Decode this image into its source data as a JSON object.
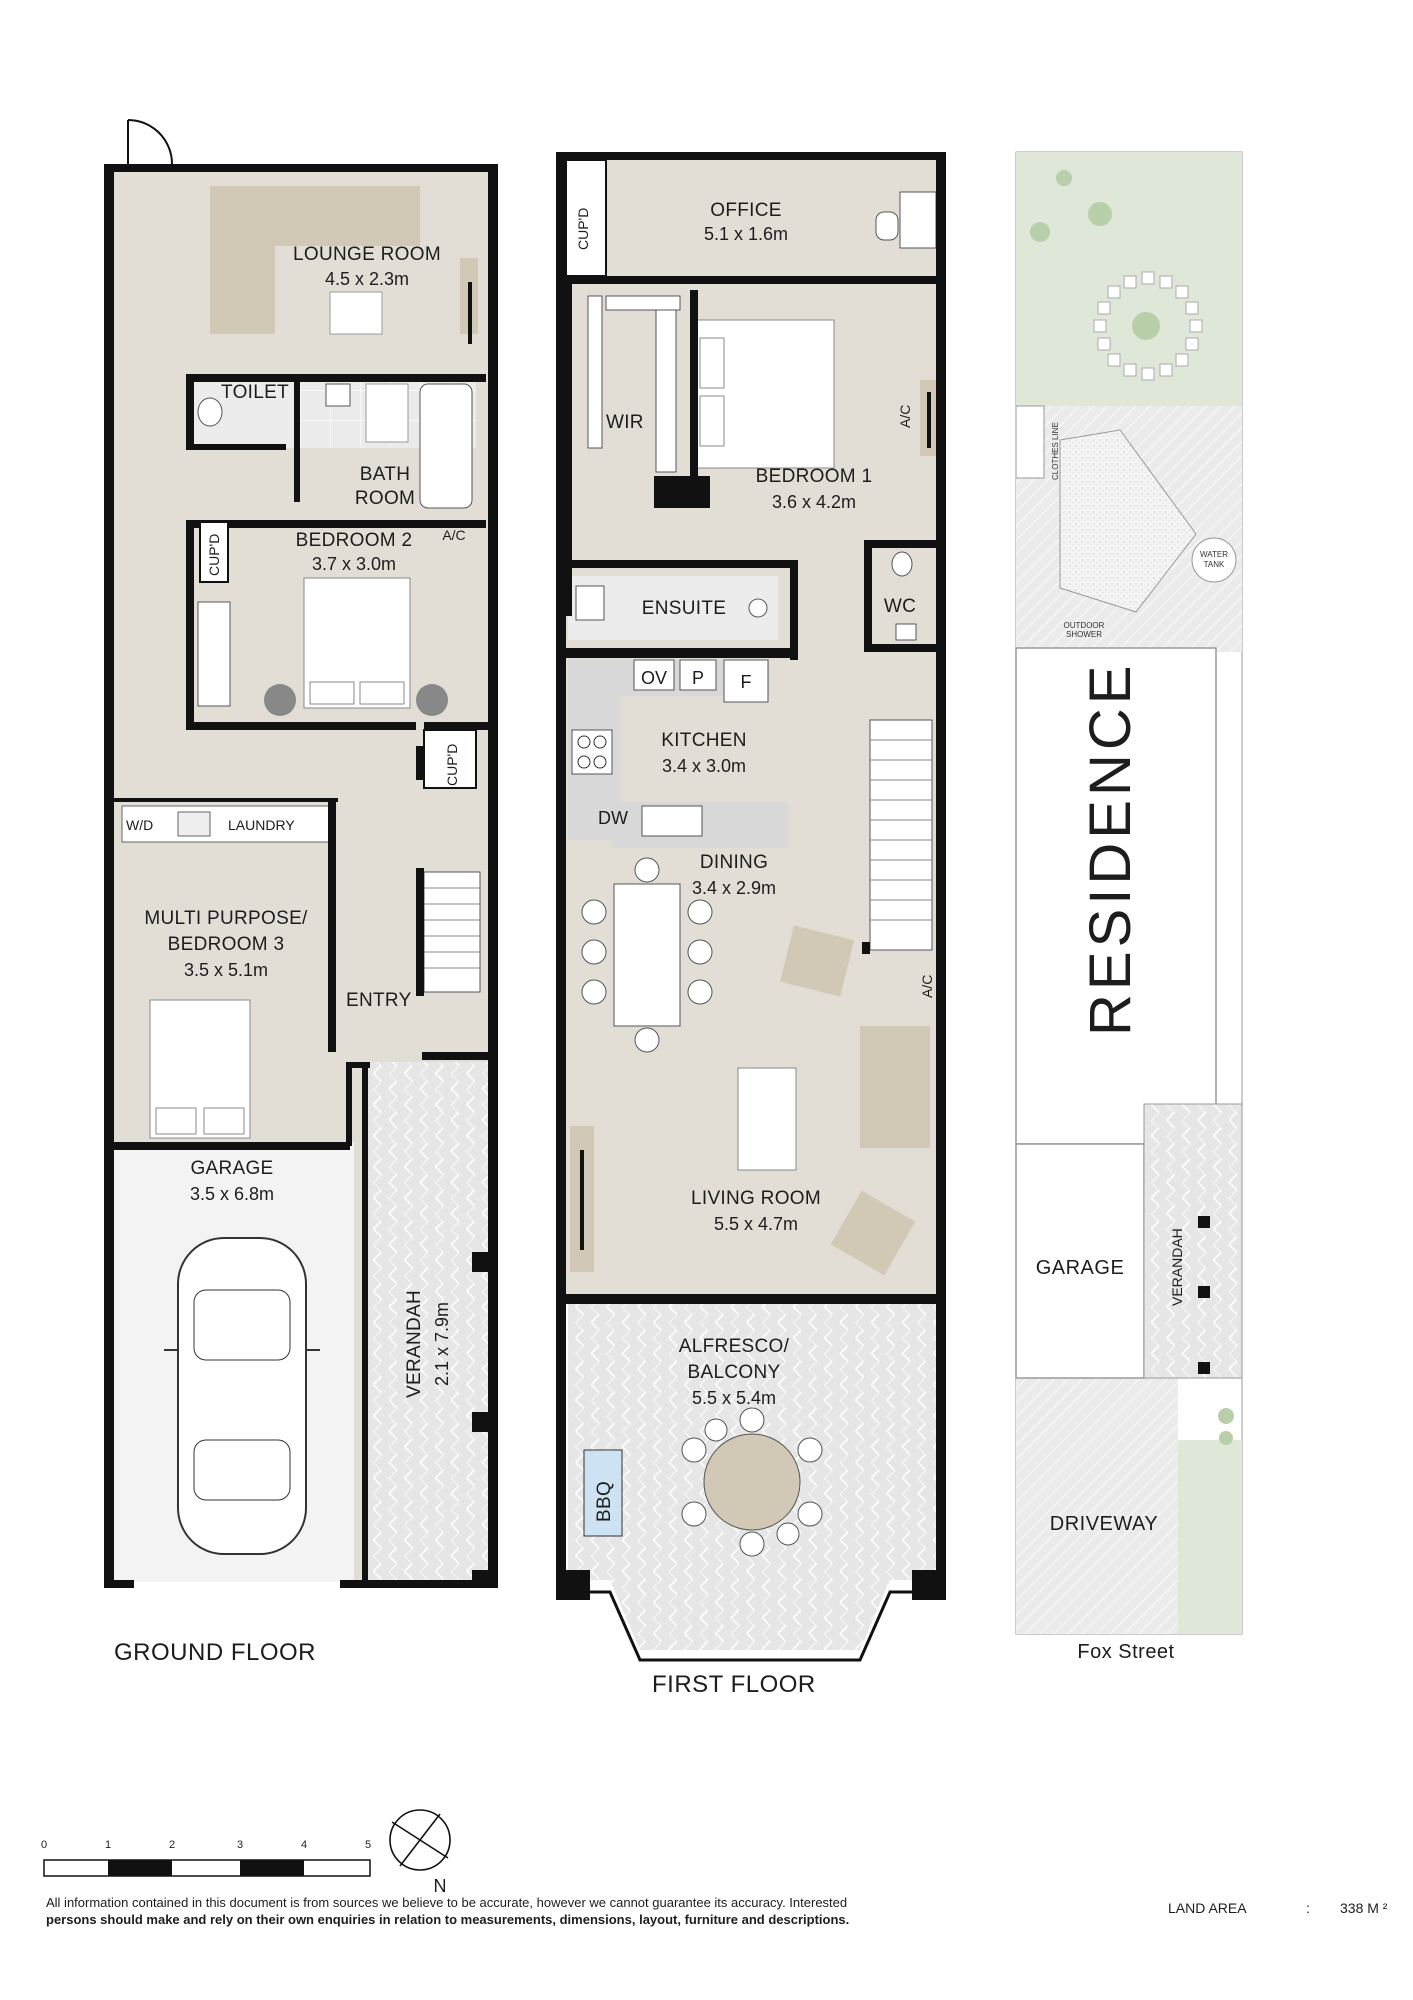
{
  "ground_floor": {
    "title": "GROUND FLOOR",
    "rooms": {
      "lounge": {
        "name": "LOUNGE ROOM",
        "dims": "4.5 x 2.3m"
      },
      "toilet": {
        "name": "TOILET"
      },
      "bath": {
        "name1": "BATH",
        "name2": "ROOM"
      },
      "bedroom2": {
        "name": "BEDROOM 2",
        "dims": "3.7 x 3.0m"
      },
      "laundry": {
        "name": "LAUNDRY",
        "wd": "W/D"
      },
      "multi": {
        "line1": "MULTI PURPOSE/",
        "line2": "BEDROOM 3",
        "dims": "3.5 x 5.1m"
      },
      "entry": {
        "name": "ENTRY"
      },
      "garage": {
        "name": "GARAGE",
        "dims": "3.5 x 6.8m"
      },
      "verandah": {
        "name": "VERANDAH",
        "dims": "2.1 x 7.9m"
      }
    },
    "labels": {
      "ac": "A/C",
      "cupd1": "CUP'D",
      "cupd2": "CUP'D"
    }
  },
  "first_floor": {
    "title": "FIRST FLOOR",
    "rooms": {
      "office": {
        "name": "OFFICE",
        "dims": "5.1 x 1.6m"
      },
      "wir": {
        "name": "WIR"
      },
      "bedroom1": {
        "name": "BEDROOM 1",
        "dims": "3.6 x 4.2m"
      },
      "ensuite": {
        "name": "ENSUITE"
      },
      "wc": {
        "name": "WC"
      },
      "kitchen": {
        "name": "KITCHEN",
        "dims": "3.4 x 3.0m"
      },
      "dining": {
        "name": "DINING",
        "dims": "3.4 x 2.9m"
      },
      "living": {
        "name": "LIVING ROOM",
        "dims": "5.5 x 4.7m"
      },
      "alfresco": {
        "line1": "ALFRESCO/",
        "line2": "BALCONY",
        "dims": "5.5 x 5.4m"
      }
    },
    "labels": {
      "cupd": "CUP'D",
      "ac1": "A/C",
      "ac2": "A/C",
      "ov": "OV",
      "p": "P",
      "f": "F",
      "dw": "DW",
      "bbq": "BBQ"
    }
  },
  "site": {
    "residence": "RESIDENCE",
    "garage": "GARAGE",
    "verandah": "VERANDAH",
    "driveway": "DRIVEWAY",
    "street": "Fox Street",
    "clothes_line": "CLOTHES LINE",
    "water_tank_1": "WATER",
    "water_tank_2": "TANK",
    "outdoor_shower_1": "OUTDOOR",
    "outdoor_shower_2": "SHOWER"
  },
  "scale": {
    "ticks": [
      "0",
      "1",
      "2",
      "3",
      "4",
      "5"
    ],
    "north": "N"
  },
  "land_area": {
    "label": "LAND AREA",
    "sep": ":",
    "value": "338 M ²"
  },
  "disclaimer": {
    "line1": "All information contained in this document is from sources we believe to be accurate, however we cannot guarantee its accuracy. Interested",
    "line2": "persons should make and rely on their own enquiries in relation to measurements, dimensions, layout, furniture and descriptions."
  },
  "colors": {
    "floor": "#e2ded6",
    "furniture": "#d2c8b6",
    "wet": "#ececec",
    "garage": "#f2f3f2",
    "paving": "#e4e4e4",
    "lawn": "#dfe8d8",
    "wall": "#111111",
    "bbq": "#cde3f3"
  }
}
